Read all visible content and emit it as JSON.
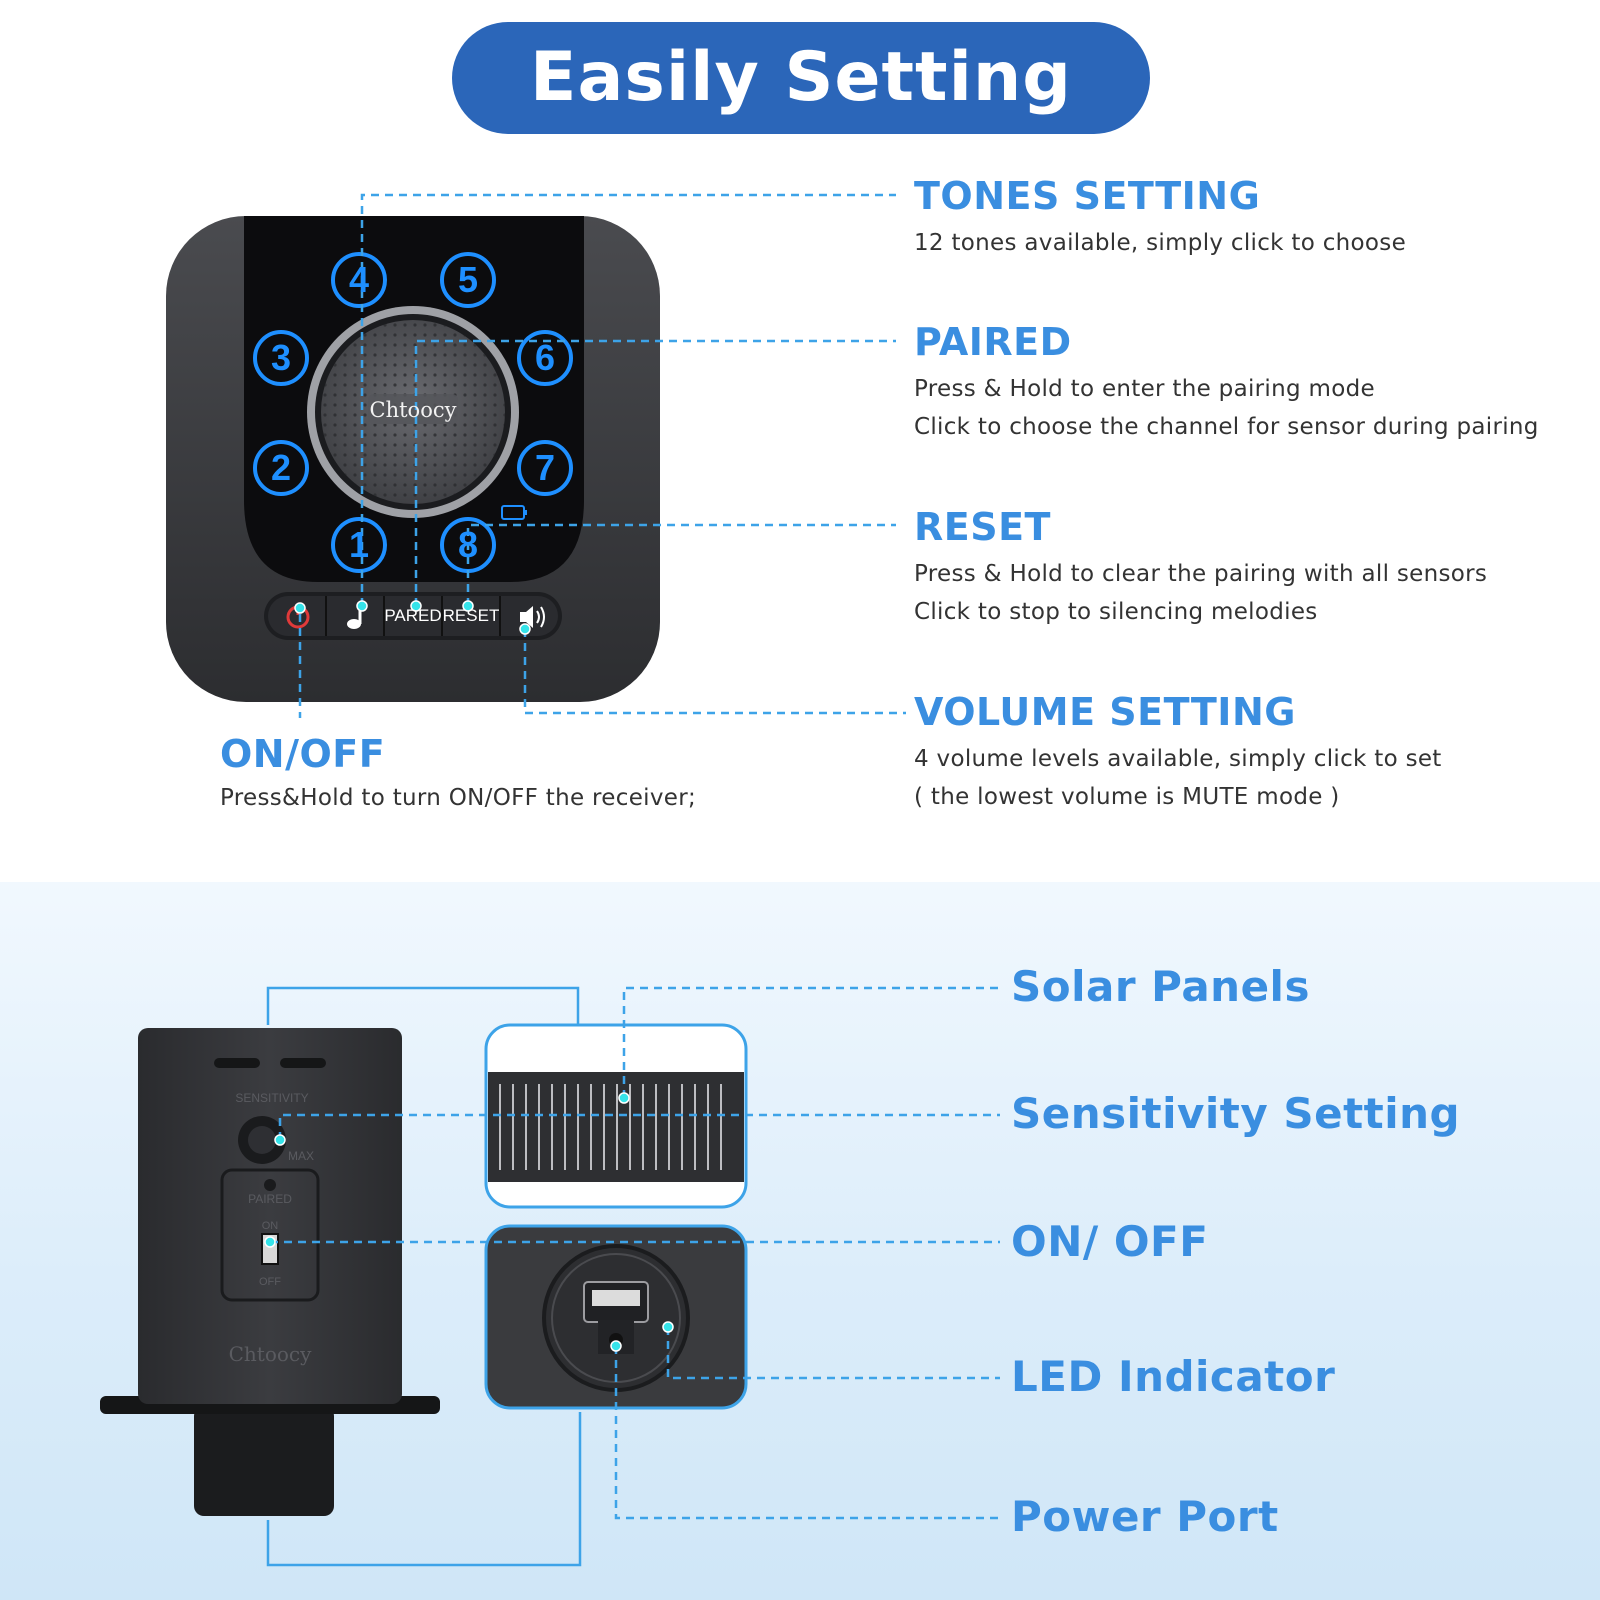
{
  "header": {
    "title": "Easily Setting"
  },
  "receiver": {
    "brand": "Chtoocy",
    "tone_numbers": [
      "1",
      "2",
      "3",
      "4",
      "5",
      "6",
      "7",
      "8"
    ],
    "buttons": {
      "paired": "PARED",
      "reset": "RESET"
    },
    "callouts": [
      {
        "id": "tones",
        "title": "TONES SETTING",
        "lines": [
          "12 tones available, simply click to choose"
        ]
      },
      {
        "id": "paired",
        "title": "PAIRED",
        "lines": [
          "Press & Hold to enter the pairing mode",
          "Click to choose the channel for sensor during pairing"
        ]
      },
      {
        "id": "reset",
        "title": "RESET",
        "lines": [
          "Press & Hold to clear the pairing with all sensors",
          "Click to stop to silencing melodies"
        ]
      },
      {
        "id": "volume",
        "title": "VOLUME SETTING",
        "lines": [
          "4 volume levels available, simply click to set",
          "( the lowest volume is MUTE mode )"
        ]
      },
      {
        "id": "onoff",
        "title": "ON/OFF",
        "lines": [
          "Press&Hold to turn ON/OFF the receiver;"
        ]
      }
    ]
  },
  "sensor": {
    "brand": "Chtoocy",
    "panel_labels": {
      "sensitivity": "SENSITIVITY",
      "max": "MAX",
      "paired": "PAIRED",
      "on": "ON",
      "off": "OFF"
    },
    "callouts": [
      "Solar Panels",
      "Sensitivity Setting",
      "ON/ OFF",
      "LED Indicator",
      "Power Port"
    ]
  },
  "colors": {
    "accent": "#3a8ee0",
    "pill": "#2b66b9",
    "device": "#3a3b3e",
    "dashed_line": "#3da3e8",
    "dot": "#35e3e9"
  }
}
